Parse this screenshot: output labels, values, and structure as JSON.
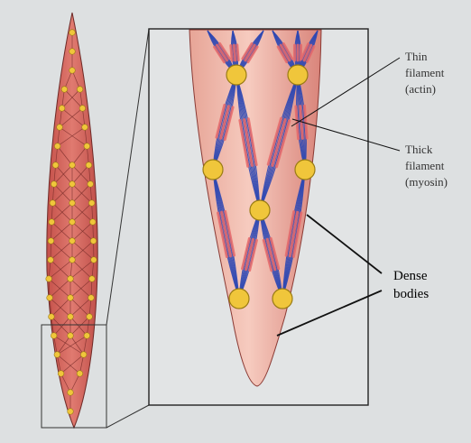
{
  "labels": {
    "thin_filament": [
      "Thin",
      "filament",
      "(actin)"
    ],
    "thick_filament": [
      "Thick",
      "filament",
      "(myosin)"
    ],
    "dense_bodies": [
      "Dense",
      "bodies"
    ]
  },
  "colors": {
    "background": "#dde0e1",
    "cell_fill": "#d7655e",
    "cell_fill_light": "#f2b9ad",
    "dense_body": "#f0c63b",
    "dense_body_stroke": "#9a7c14",
    "thin_filament": "#2f48b3",
    "thick_filament": "#e86a6a",
    "leader_line": "#111111",
    "frame": "#222222"
  }
}
